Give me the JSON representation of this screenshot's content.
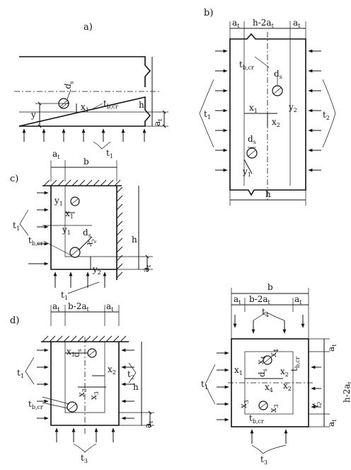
{
  "panels": {
    "a": {
      "label": "a)",
      "dims": {
        "h": "h",
        "a": "a",
        "a_sub": "t",
        "y": "y",
        "x": "x",
        "x_sub": "1"
      },
      "bar": {
        "d": "d",
        "d_sub": "s"
      },
      "isotherm": {
        "t": "t",
        "t_sub": "b,cr"
      },
      "heat": {
        "t": "t",
        "t_sub": "1"
      }
    },
    "b": {
      "label": "b)",
      "dims": {
        "a": "a",
        "a_sub": "t",
        "h_minus": "h-2a",
        "h_minus_sub": "t",
        "h": "h",
        "x1": "x",
        "x1_sub": "1",
        "x2": "x",
        "x2_sub": "2",
        "y1": "y",
        "y1_sub": "1",
        "y2": "y",
        "y2_sub": "2"
      },
      "bar": {
        "d": "d",
        "d_sub": "s"
      },
      "isotherm": {
        "t": "t",
        "t_sub": "b,cr"
      },
      "heat_left": {
        "t": "t",
        "t_sub": "1"
      },
      "heat_right": {
        "t": "t",
        "t_sub": "2"
      }
    },
    "c": {
      "label": "c)",
      "dims": {
        "a": "a",
        "a_sub": "t",
        "b": "b",
        "h": "h",
        "x1": "x",
        "x1_sub": "1",
        "x2": "x",
        "x2_sub": "2",
        "y1": "y",
        "y1_sub": "1",
        "y2": "y",
        "y2_sub": "2"
      },
      "bar": {
        "d": "d",
        "d_sub": "s"
      },
      "isotherm": {
        "t": "t",
        "t_sub": "b,cr"
      },
      "heat": {
        "t": "t",
        "t_sub": "1"
      }
    },
    "d": {
      "label": "d)",
      "dims": {
        "a": "a",
        "a_sub": "t",
        "b_minus": "b-2a",
        "b_minus_sub": "t",
        "h": "h",
        "x1": "x",
        "x1_sub": "1",
        "x2": "x",
        "x2_sub": "2",
        "x3": "x",
        "x3_sub": "3"
      },
      "bar": {
        "d": "d",
        "d_sub": "s"
      },
      "isotherm": {
        "t": "t",
        "t_sub": "b,cr"
      },
      "heat_left": {
        "t": "t",
        "t_sub": "1"
      },
      "heat_right": {
        "t": "t",
        "t_sub": "2"
      },
      "heat_bottom": {
        "t": "t",
        "t_sub": "3"
      }
    },
    "e": {
      "dims": {
        "b": "b",
        "a": "a",
        "a_sub": "t",
        "b_minus": "b-2a",
        "b_minus_sub": "t",
        "h_minus": "h-2a",
        "h_minus_sub": "t",
        "x1": "x",
        "x1_sub": "1",
        "x2": "x",
        "x2_sub": "2",
        "x3": "x",
        "x3_sub": "3",
        "x4": "x",
        "x4_sub": "4"
      },
      "bar": {
        "d": "d",
        "d_sub": "s"
      },
      "isotherm": {
        "t": "t",
        "t_sub": "b,cr"
      },
      "heat_left": {
        "t": "t",
        "t_sub": "1"
      },
      "heat_right": {
        "t": "t",
        "t_sub": "2"
      },
      "heat_bottom": {
        "t": "t",
        "t_sub": "3"
      },
      "heat_top": {
        "t": "t",
        "t_sub": "4"
      }
    }
  }
}
